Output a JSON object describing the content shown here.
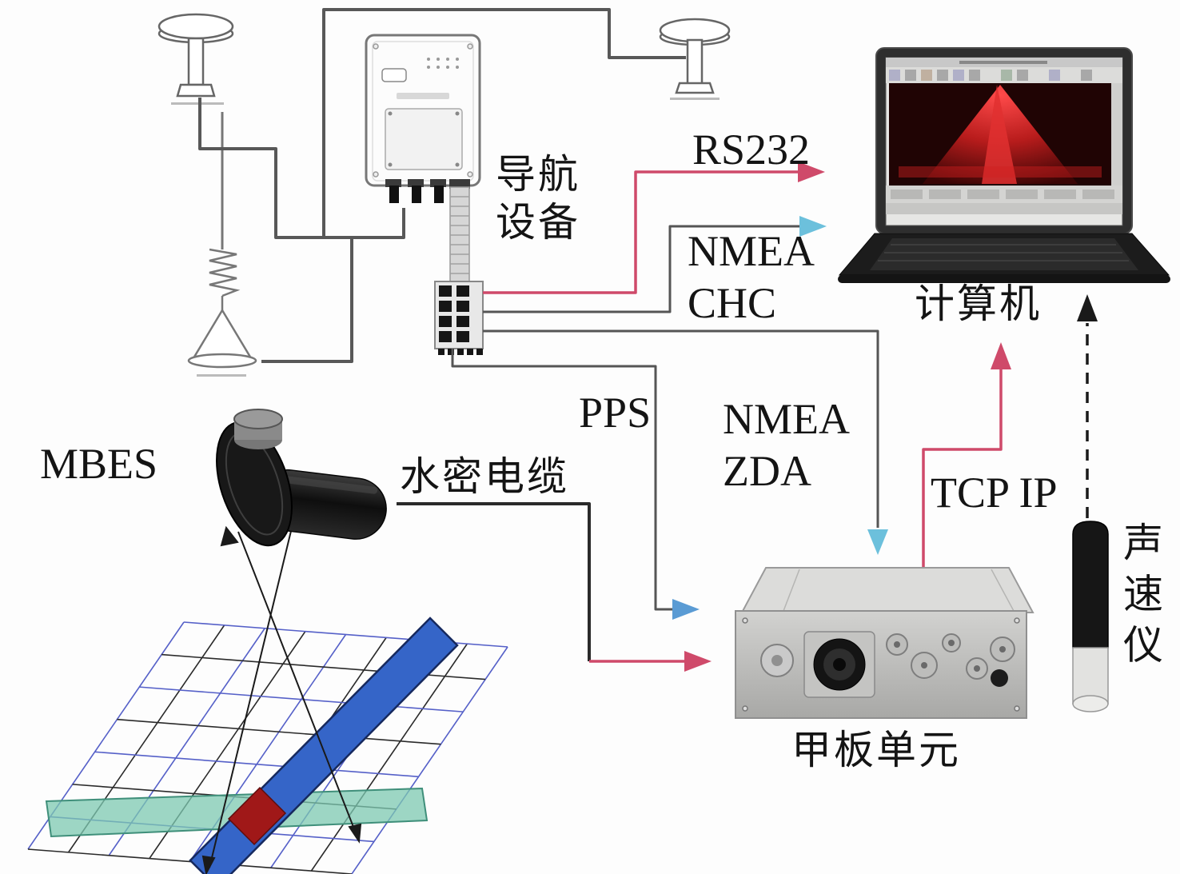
{
  "diagram": {
    "labels": {
      "nav_device": [
        "导航",
        "设备"
      ],
      "rs232": "RS232",
      "nmea_chc": [
        "NMEA",
        "CHC"
      ],
      "computer": "计算机",
      "pps": "PPS",
      "nmea_zda": [
        "NMEA",
        "ZDA"
      ],
      "tcp_ip": "TCP IP",
      "mbes": "MBES",
      "watertight_cable": "水密电缆",
      "deck_unit": "甲板单元",
      "sound_velocity_profiler": "声速仪"
    },
    "colors": {
      "signal_red": "#cf4a6a",
      "signal_cyan": "#6cc0dc",
      "signal_blue": "#5a9bd4",
      "wire_gray": "#585858",
      "line_black": "#1a1a1a",
      "swath_blue": "#3565c8",
      "band_teal": "#7cc8b0",
      "target_red": "#a01818"
    }
  }
}
